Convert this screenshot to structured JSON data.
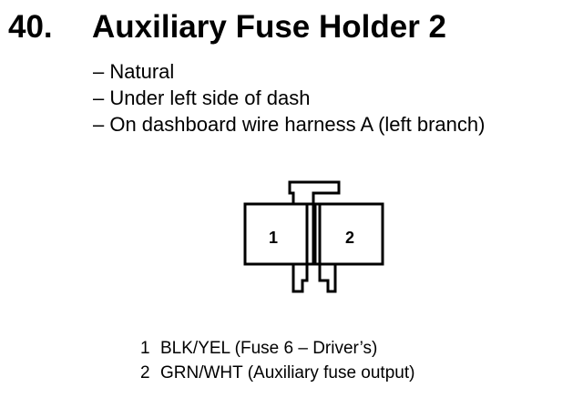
{
  "heading": {
    "number": "40.",
    "title": "Auxiliary Fuse Holder 2"
  },
  "details": [
    "– Natural",
    "– Under left side of dash",
    "– On dashboard wire harness A (left branch)"
  ],
  "connector": {
    "cavity_1_label": "1",
    "cavity_2_label": "2"
  },
  "pins": [
    {
      "number": "1",
      "description": "BLK/YEL (Fuse 6 – Driver’s)"
    },
    {
      "number": "2",
      "description": "GRN/WHT (Auxiliary fuse output)"
    }
  ]
}
